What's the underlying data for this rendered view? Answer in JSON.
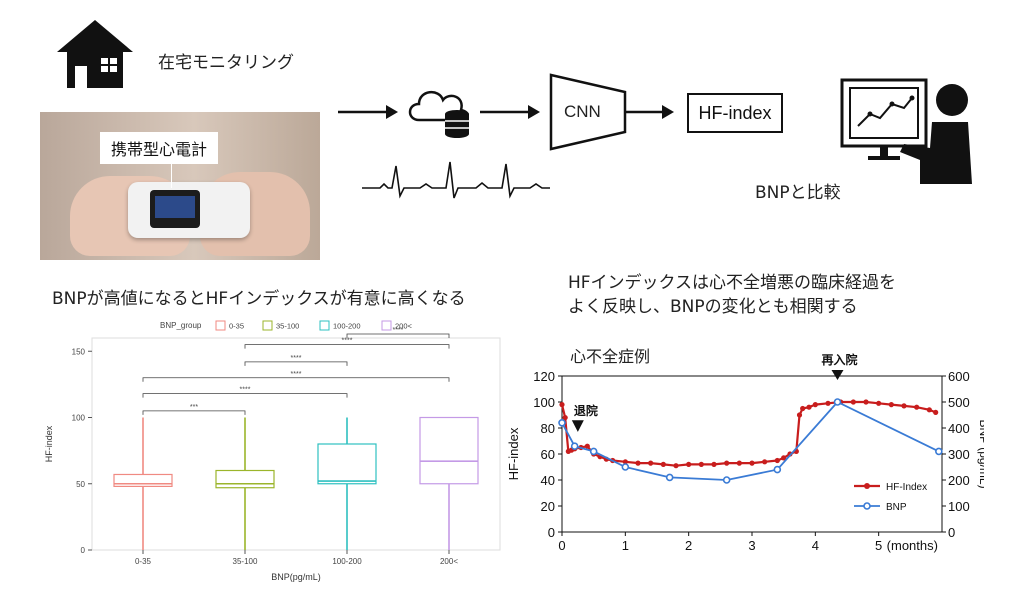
{
  "header": {
    "home_monitoring_label": "在宅モニタリング",
    "device_callout": "携帯型心電計",
    "cnn_label": "CNN",
    "hf_index_box_label": "HF-index",
    "compare_label": "BNPと比較"
  },
  "left_heading": "BNPが高値になるとHFインデックスが有意に高くなる",
  "right_heading_line1": "HFインデックスは心不全増悪の臨床経過を",
  "right_heading_line2": "よく反映し、BNPの変化とも相関する",
  "colors": {
    "g1": "#f08a82",
    "g2": "#9bb52b",
    "g3": "#2ec0c0",
    "g4": "#c49ae6",
    "hf_series": "#c81d1d",
    "bnp_series": "#3a7bd5"
  },
  "chart_data": [
    {
      "type": "box",
      "legend_title": "BNP_group",
      "legend_placement": "top",
      "categories": [
        "0-35",
        "35-100",
        "100-200",
        "200<"
      ],
      "xlabel": "BNP(pg/mL)",
      "ylabel": "HF-index",
      "ylim": [
        0,
        160
      ],
      "yticks": [
        0,
        50,
        100,
        150
      ],
      "boxes": [
        {
          "category": "0-35",
          "min": 0,
          "q1": 48,
          "median": 50,
          "q3": 57,
          "max": 100
        },
        {
          "category": "35-100",
          "min": 0,
          "q1": 47,
          "median": 50,
          "q3": 60,
          "max": 100
        },
        {
          "category": "100-200",
          "min": 0,
          "q1": 50,
          "median": 52,
          "q3": 80,
          "max": 100
        },
        {
          "category": "200<",
          "min": 0,
          "q1": 50,
          "median": 67,
          "q3": 100,
          "max": 100
        }
      ],
      "significance": [
        {
          "from": "0-35",
          "to": "35-100",
          "label": "***",
          "y": 105
        },
        {
          "from": "0-35",
          "to": "100-200",
          "label": "****",
          "y": 118
        },
        {
          "from": "0-35",
          "to": "200<",
          "label": "****",
          "y": 130
        },
        {
          "from": "35-100",
          "to": "100-200",
          "label": "****",
          "y": 142
        },
        {
          "from": "35-100",
          "to": "200<",
          "label": "****",
          "y": 155
        },
        {
          "from": "100-200",
          "to": "200<",
          "label": "****",
          "y": 170
        }
      ]
    },
    {
      "type": "line",
      "title": "心不全症例",
      "xlabel": "(months)",
      "xlim": [
        0,
        6
      ],
      "xticks": [
        0,
        1,
        2,
        3,
        4,
        5
      ],
      "ylabel_left": "HF-index",
      "ylim_left": [
        0,
        120
      ],
      "yticks_left": [
        0,
        20,
        40,
        60,
        80,
        100,
        120
      ],
      "ylabel_right": "BNP (pg/mL)",
      "ylim_right": [
        0,
        600
      ],
      "yticks_right": [
        0,
        100,
        200,
        300,
        400,
        500,
        600
      ],
      "legend_placement": "bottom-right",
      "annotations": [
        {
          "text": "退院",
          "x": 0.25
        },
        {
          "text": "再入院",
          "x": 4.35
        }
      ],
      "series": [
        {
          "name": "HF-Index",
          "axis": "left",
          "x": [
            0,
            0.05,
            0.1,
            0.15,
            0.2,
            0.3,
            0.4,
            0.5,
            0.6,
            0.7,
            0.8,
            1.0,
            1.2,
            1.4,
            1.6,
            1.8,
            2.0,
            2.2,
            2.4,
            2.6,
            2.8,
            3.0,
            3.2,
            3.4,
            3.5,
            3.6,
            3.7,
            3.75,
            3.8,
            3.9,
            4.0,
            4.2,
            4.4,
            4.6,
            4.8,
            5.0,
            5.2,
            5.4,
            5.6,
            5.8,
            5.9
          ],
          "y": [
            98,
            88,
            62,
            63,
            64,
            65,
            66,
            60,
            58,
            56,
            55,
            54,
            53,
            53,
            52,
            51,
            52,
            52,
            52,
            53,
            53,
            53,
            54,
            55,
            57,
            60,
            62,
            90,
            95,
            96,
            98,
            99,
            100,
            100,
            100,
            99,
            98,
            97,
            96,
            94,
            92
          ]
        },
        {
          "name": "BNP",
          "axis": "right",
          "x": [
            0,
            0.2,
            0.5,
            1.0,
            1.7,
            2.6,
            3.4,
            4.35,
            5.95
          ],
          "y": [
            420,
            330,
            310,
            250,
            210,
            200,
            240,
            500,
            310
          ]
        }
      ]
    }
  ]
}
